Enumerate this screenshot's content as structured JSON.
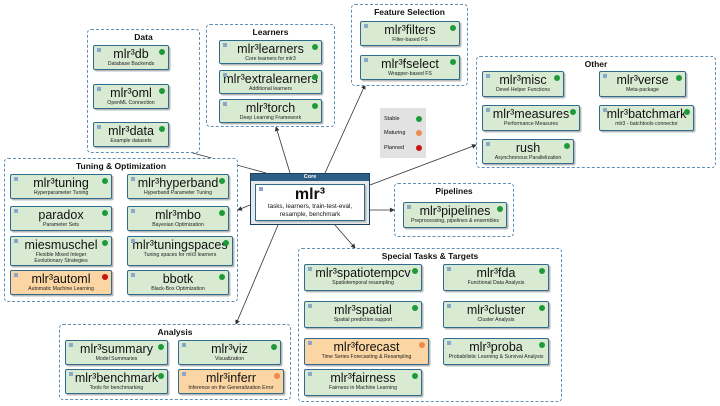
{
  "colors": {
    "stable": "#1e9a3a",
    "maturing": "#ee8a4e",
    "planned": "#c81414",
    "card_bg": "#d9ead3",
    "maturing_bg": "#fbd5a3",
    "border": "#2e6b8c",
    "group_border": "#5f8fb4"
  },
  "core": {
    "title": "Core",
    "name": "mlr³",
    "desc1": "tasks, learners, train-test-eval,",
    "desc2": "resample, benchmark"
  },
  "legend": {
    "stable": "Stable",
    "maturing": "Maturing",
    "planned": "Planned"
  },
  "groups": {
    "data": {
      "title": "Data",
      "items": [
        {
          "name": "mlr³db",
          "desc": "Database Backends",
          "status": "stable"
        },
        {
          "name": "mlr³oml",
          "desc": "OpenML Connection",
          "status": "stable"
        },
        {
          "name": "mlr³data",
          "desc": "Example datasets",
          "status": "stable"
        }
      ]
    },
    "learners": {
      "title": "Learners",
      "items": [
        {
          "name": "mlr³learners",
          "desc": "Core learners for mlr3",
          "status": "stable"
        },
        {
          "name": "mlr³extralearners",
          "desc": "Additional learners",
          "status": "stable"
        },
        {
          "name": "mlr³torch",
          "desc": "Deep Learning Framework",
          "status": "stable"
        }
      ]
    },
    "feature": {
      "title": "Feature Selection",
      "items": [
        {
          "name": "mlr³filters",
          "desc": "Filter-based FS",
          "status": "stable"
        },
        {
          "name": "mlr³fselect",
          "desc": "Wrapper-based FS",
          "status": "stable"
        }
      ]
    },
    "other": {
      "title": "Other",
      "items": [
        {
          "name": "mlr³misc",
          "desc": "Devel Helper Functions",
          "status": "stable"
        },
        {
          "name": "mlr³verse",
          "desc": "Meta-package",
          "status": "stable"
        },
        {
          "name": "mlr³measures",
          "desc": "Performance Measures",
          "status": "stable"
        },
        {
          "name": "mlr³batchmark",
          "desc": "mlr3 - batchtools connector",
          "status": "stable"
        },
        {
          "name": "rush",
          "desc": "Asynchronous Parallelization",
          "status": "stable"
        }
      ]
    },
    "tuning": {
      "title": "Tuning & Optimization",
      "items": [
        {
          "name": "mlr³tuning",
          "desc": "Hyperparameter Tuning",
          "status": "stable"
        },
        {
          "name": "mlr³hyperband",
          "desc": "Hyperband Parameter Tuning",
          "status": "stable"
        },
        {
          "name": "paradox",
          "desc": "Parameter Sets",
          "status": "stable"
        },
        {
          "name": "mlr³mbo",
          "desc": "Bayesian Optimization",
          "status": "stable"
        },
        {
          "name": "miesmuschel",
          "desc": "Flexible Mixed Integer",
          "desc2": "Evolutionary Strategies",
          "status": "stable"
        },
        {
          "name": "mlr³tuningspaces",
          "desc": "Tuning spaces for mlr3 learners",
          "status": "stable"
        },
        {
          "name": "mlr³automl",
          "desc": "Automatic Machine Learning",
          "status": "planned"
        },
        {
          "name": "bbotk",
          "desc": "Black-Box Optimization",
          "status": "stable"
        }
      ]
    },
    "pipelines": {
      "title": "Pipelines",
      "items": [
        {
          "name": "mlr³pipelines",
          "desc": "Preprocessing, pipelines & ensembles",
          "status": "stable"
        }
      ]
    },
    "special": {
      "title": "Special Tasks & Targets",
      "items": [
        {
          "name": "mlr³spatiotempcv",
          "desc": "Spatiotemporal resampling",
          "status": "stable"
        },
        {
          "name": "mlr³fda",
          "desc": "Functional Data Analysis",
          "status": "stable"
        },
        {
          "name": "mlr³spatial",
          "desc": "Spatial prediction support",
          "status": "stable"
        },
        {
          "name": "mlr³cluster",
          "desc": "Cluster Analysis",
          "status": "stable"
        },
        {
          "name": "mlr³forecast",
          "desc": "Time Series Forecasting & Resampling",
          "status": "maturing"
        },
        {
          "name": "mlr³proba",
          "desc": "Probabilistic Learning & Survival Analysis",
          "status": "stable"
        },
        {
          "name": "mlr³fairness",
          "desc": "Fairness in Machine Learning",
          "status": "stable"
        }
      ]
    },
    "analysis": {
      "title": "Analysis",
      "items": [
        {
          "name": "mlr³summary",
          "desc": "Model Summaries",
          "status": "stable"
        },
        {
          "name": "mlr³viz",
          "desc": "Visualization",
          "status": "stable"
        },
        {
          "name": "mlr³benchmark",
          "desc": "Tools for benchmarking",
          "status": "stable"
        },
        {
          "name": "mlr³inferr",
          "desc": "Inference on the Generalization Error",
          "status": "maturing"
        }
      ]
    }
  }
}
